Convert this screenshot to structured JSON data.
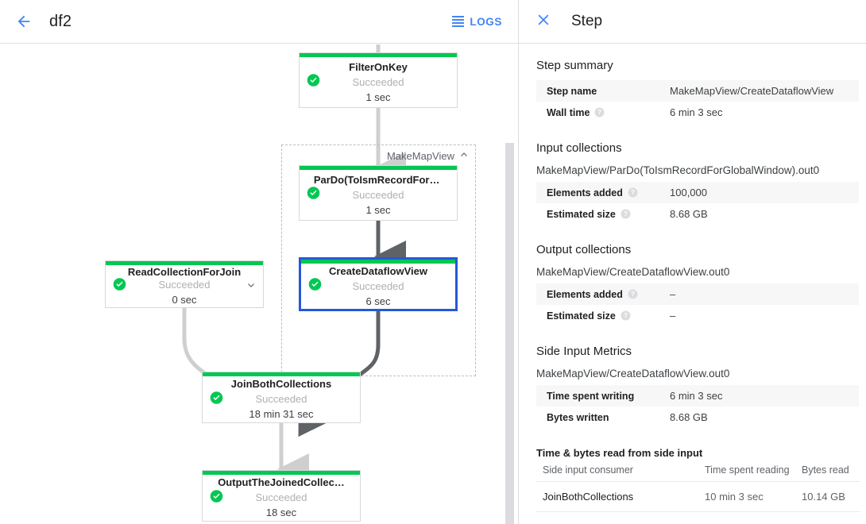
{
  "left": {
    "back_icon": "arrow-back-icon",
    "job_title": "df2",
    "logs_label": "LOGS",
    "composite": {
      "label": "MakeMapView",
      "collapse_icon": "chevron-up-icon"
    },
    "nodes": [
      {
        "id": "filter-on-key",
        "title": "FilterOnKey",
        "status": "Succeeded",
        "time": "1 sec",
        "selected": false,
        "caret": false
      },
      {
        "id": "pardo-toism",
        "title": "ParDo(ToIsmRecordFor…)",
        "status": "Succeeded",
        "time": "1 sec",
        "selected": false,
        "caret": false
      },
      {
        "id": "create-dataflow-view",
        "title": "CreateDataflowView",
        "status": "Succeeded",
        "time": "6 sec",
        "selected": true,
        "caret": false
      },
      {
        "id": "read-collection-for-join",
        "title": "ReadCollectionForJoin",
        "status": "Succeeded",
        "time": "0 sec",
        "selected": false,
        "caret": true
      },
      {
        "id": "join-both-collections",
        "title": "JoinBothCollections",
        "status": "Succeeded",
        "time": "18 min 31 sec",
        "selected": false,
        "caret": false
      },
      {
        "id": "output-the-joined",
        "title": "OutputTheJoinedCollec…",
        "status": "Succeeded",
        "time": "18 sec",
        "selected": false,
        "caret": false
      }
    ]
  },
  "right": {
    "close_icon": "close-icon",
    "title": "Step",
    "step_summary": {
      "heading": "Step summary",
      "rows": [
        {
          "key": "Step name",
          "help": false,
          "value": "MakeMapView/CreateDataflowView"
        },
        {
          "key": "Wall time",
          "help": true,
          "value": "6 min 3 sec"
        }
      ]
    },
    "input_collections": {
      "heading": "Input collections",
      "name": "MakeMapView/ParDo(ToIsmRecordForGlobalWindow).out0",
      "rows": [
        {
          "key": "Elements added",
          "help": true,
          "value": "100,000"
        },
        {
          "key": "Estimated size",
          "help": true,
          "value": "8.68 GB"
        }
      ]
    },
    "output_collections": {
      "heading": "Output collections",
      "name": "MakeMapView/CreateDataflowView.out0",
      "rows": [
        {
          "key": "Elements added",
          "help": true,
          "value": "–"
        },
        {
          "key": "Estimated size",
          "help": true,
          "value": "–"
        }
      ]
    },
    "side_input_metrics": {
      "heading": "Side Input Metrics",
      "name": "MakeMapView/CreateDataflowView.out0",
      "rows": [
        {
          "key": "Time spent writing",
          "help": false,
          "value": "6 min 3 sec"
        },
        {
          "key": "Bytes written",
          "help": false,
          "value": "8.68 GB"
        }
      ],
      "sub_heading": "Time & bytes read from side input",
      "table": {
        "columns": [
          "Side input consumer",
          "Time spent reading",
          "Bytes read"
        ],
        "rows": [
          [
            "JoinBothCollections",
            "10 min 3 sec",
            "10.14 GB"
          ]
        ]
      }
    }
  },
  "colors": {
    "accent": "#4285f4",
    "success": "#00c853",
    "selected_border": "#2459d9",
    "edge_light": "#d0d0d0",
    "edge_dark": "#5f6368"
  }
}
